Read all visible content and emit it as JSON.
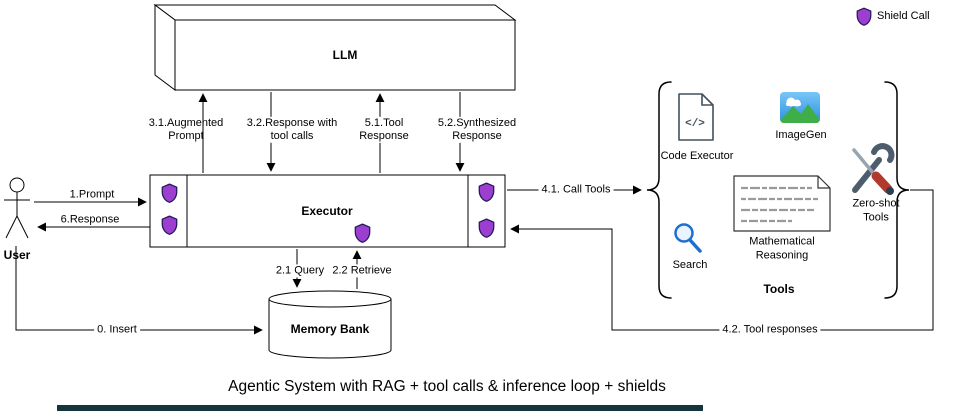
{
  "title": "Agentic System with RAG + tool calls & inference loop + shields",
  "legend": {
    "shield_label": "Shield Call"
  },
  "nodes": {
    "llm": {
      "label": "LLM"
    },
    "executor": {
      "label": "Executor"
    },
    "memory_bank": {
      "label": "Memory Bank"
    },
    "user": {
      "label": "User"
    }
  },
  "tools_group": {
    "label": "Tools",
    "items": {
      "code_executor": {
        "label": "Code Executor",
        "glyph": "</>"
      },
      "imagegen": {
        "label": "ImageGen"
      },
      "search": {
        "label": "Search"
      },
      "math_reasoning": {
        "label": "Mathematical Reasoning"
      },
      "zero_shot": {
        "label": "Zero-shot Tools"
      }
    }
  },
  "edges": {
    "insert": "0. Insert",
    "prompt": "1.Prompt",
    "query": "2.1 Query",
    "retrieve": "2.2 Retrieve",
    "augmented_prompt": "3.1.Augmented Prompt",
    "response_with_tool_calls": "3.2.Response with tool calls",
    "call_tools": "4.1. Call Tools",
    "tool_responses": "4.2. Tool responses",
    "tool_response": "5.1.Tool Response",
    "synthesized_response": "5.2.Synthesized Response",
    "response": "6.Response"
  },
  "colors": {
    "shield_fill": "#9c3fd1",
    "shield_stroke": "#241a5a"
  }
}
